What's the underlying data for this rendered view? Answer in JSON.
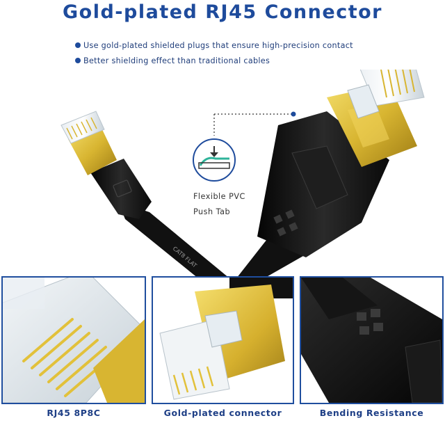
{
  "header": {
    "title": "Gold-plated RJ45 Connector"
  },
  "features": [
    "Use gold-plated shielded plugs that ensure high-precision contact",
    "Better shielding effect than traditional cables"
  ],
  "callout": {
    "line1": "Flexible PVC",
    "line2": "Push Tab",
    "icon": "push-tab-icon"
  },
  "cable_print": "CAT8 FLAT",
  "panels": [
    {
      "caption": "RJ45 8P8C"
    },
    {
      "caption": "Gold-plated connector"
    },
    {
      "caption": "Bending Resistance"
    }
  ],
  "colors": {
    "accent": "#1e4b9c",
    "panel_border": "#1f4e9e",
    "gold": "#d8b531",
    "cable": "#111111"
  }
}
